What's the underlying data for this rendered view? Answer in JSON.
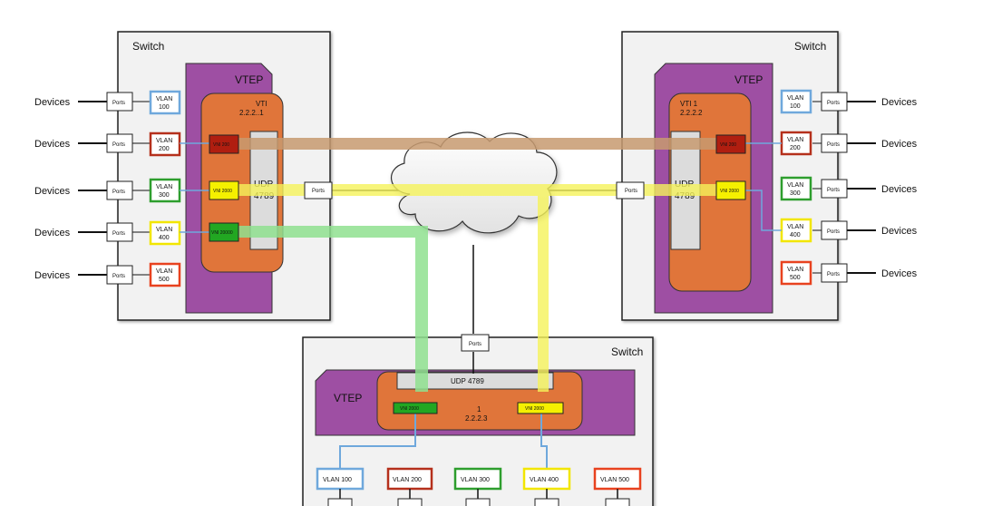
{
  "switches": {
    "left": {
      "title": "Switch",
      "vtep_label": "VTEP",
      "vti_label": "VTI",
      "vti_ip": "2.2.2..1",
      "udp_label": "UDP",
      "udp_port": "4789",
      "uplink_port_label": "Ports",
      "vnis": [
        "VNI 200",
        "VNI 2000",
        "VNI 20000"
      ],
      "rows": [
        {
          "device": "Devices",
          "port": "Ports",
          "vlan_line1": "VLAN",
          "vlan_line2": "100",
          "color": "#6fa8dc"
        },
        {
          "device": "Devices",
          "port": "Ports",
          "vlan_line1": "VLAN",
          "vlan_line2": "200",
          "color": "#b5301c"
        },
        {
          "device": "Devices",
          "port": "Ports",
          "vlan_line1": "VLAN",
          "vlan_line2": "300",
          "color": "#2e9e2e"
        },
        {
          "device": "Devices",
          "port": "Ports",
          "vlan_line1": "VLAN",
          "vlan_line2": "400",
          "color": "#f2e600"
        },
        {
          "device": "Devices",
          "port": "Ports",
          "vlan_line1": "VLAN",
          "vlan_line2": "500",
          "color": "#e8421f"
        }
      ]
    },
    "right": {
      "title": "Switch",
      "vtep_label": "VTEP",
      "vti_label": "VTI 1",
      "vti_ip": "2.2.2.2",
      "udp_label": "UDP",
      "udp_port": "4789",
      "uplink_port_label": "Ports",
      "vnis": [
        "VNI 200",
        "VNI 2000"
      ],
      "rows": [
        {
          "device": "Devices",
          "port": "Ports",
          "vlan_line1": "VLAN",
          "vlan_line2": "100",
          "color": "#6fa8dc"
        },
        {
          "device": "Devices",
          "port": "Ports",
          "vlan_line1": "VLAN",
          "vlan_line2": "200",
          "color": "#b5301c"
        },
        {
          "device": "Devices",
          "port": "Ports",
          "vlan_line1": "VLAN",
          "vlan_line2": "300",
          "color": "#2e9e2e"
        },
        {
          "device": "Devices",
          "port": "Ports",
          "vlan_line1": "VLAN",
          "vlan_line2": "400",
          "color": "#f2e600"
        },
        {
          "device": "Devices",
          "port": "Ports",
          "vlan_line1": "VLAN",
          "vlan_line2": "500",
          "color": "#e8421f"
        }
      ]
    },
    "bottom": {
      "title": "Switch",
      "vtep_label": "VTEP",
      "vti_label": "1",
      "vti_ip": "2.2.2.3",
      "udp_label": "UDP 4789",
      "uplink_port_label": "Ports",
      "vnis": [
        "VNI 2000",
        "VNI 2000"
      ],
      "vlans": [
        {
          "label": "VLAN 100",
          "color": "#6fa8dc"
        },
        {
          "label": "VLAN 200",
          "color": "#b5301c"
        },
        {
          "label": "VLAN 300",
          "color": "#2e9e2e"
        },
        {
          "label": "VLAN 400",
          "color": "#f2e600"
        },
        {
          "label": "VLAN 500",
          "color": "#e8421f"
        }
      ]
    }
  },
  "colors": {
    "switch_fill": "#f2f2f2",
    "vtep_purple": "#9e4fa3",
    "vti_orange": "#e0753a",
    "udp_gray": "#dcdcdc",
    "tunnel_brown": "#c79a70",
    "tunnel_yellow": "#f5f25a",
    "tunnel_green": "#8fe08f",
    "vni_red": "#b01e10",
    "vni_yellow": "#f5f000",
    "vni_green": "#22a722",
    "link_blue": "#6fa8dc"
  }
}
